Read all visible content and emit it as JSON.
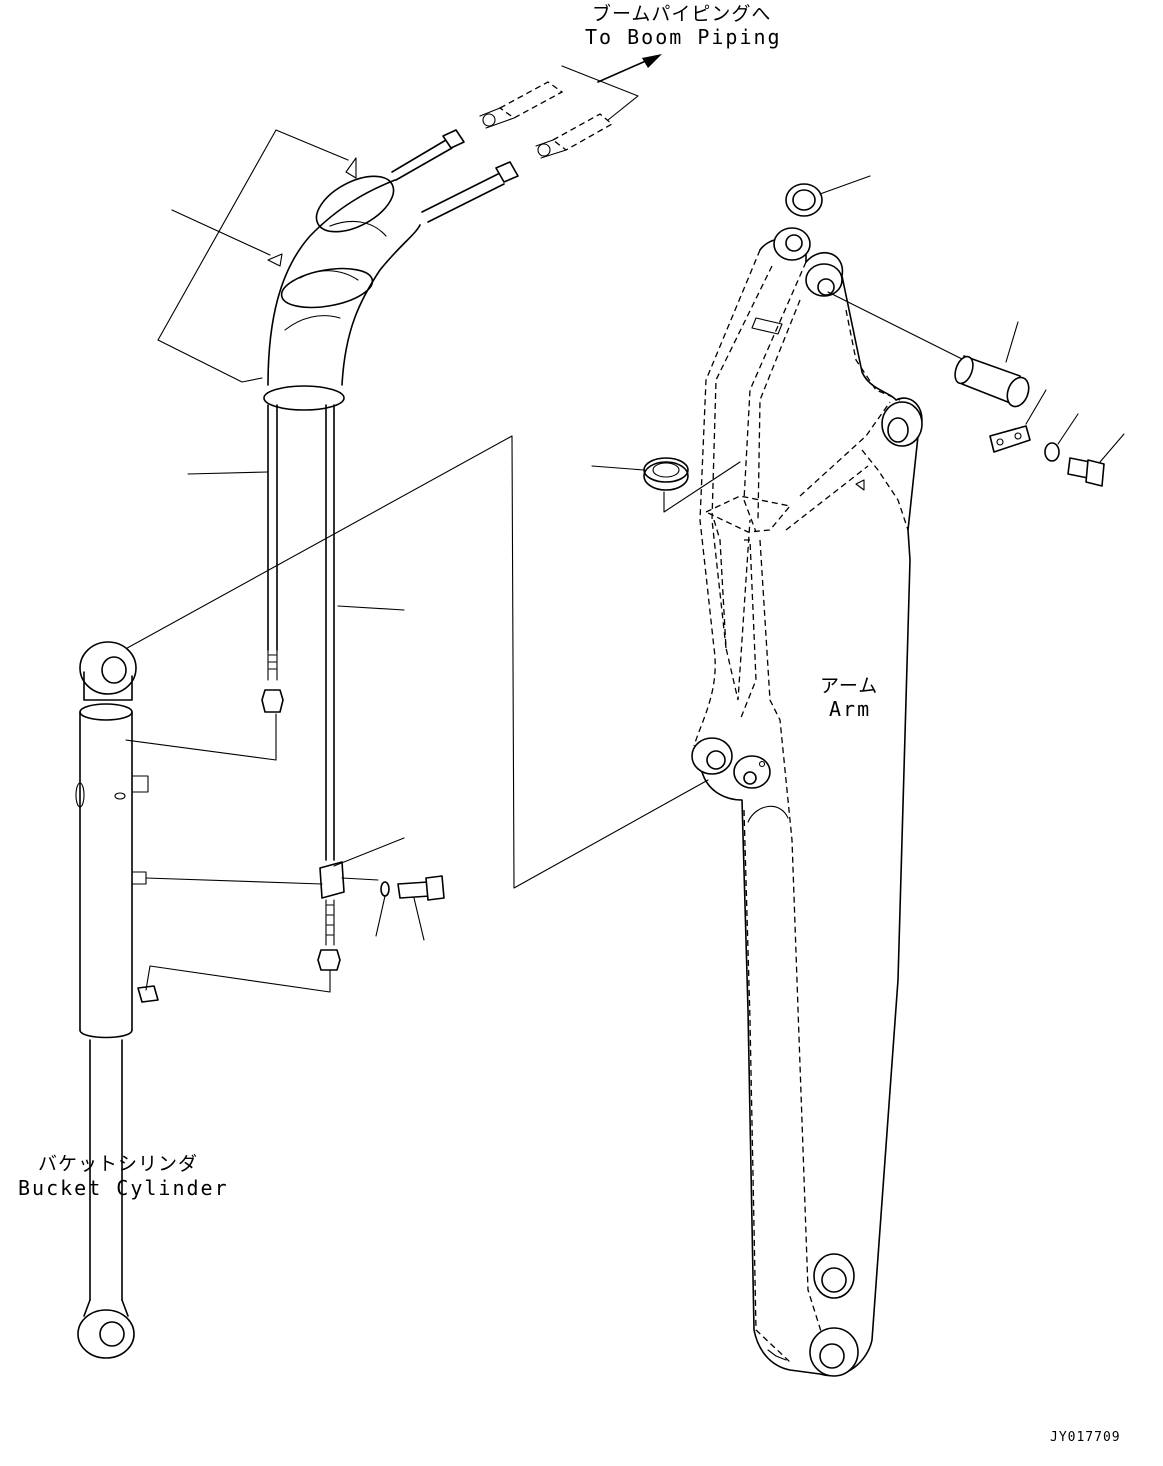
{
  "labels": {
    "boom_piping_jp": "ブームパイピングへ",
    "boom_piping_en": "To Boom Piping",
    "arm_jp": "アーム",
    "arm_en": "Arm",
    "bucket_cylinder_jp": "バケットシリンダ",
    "bucket_cylinder_en": "Bucket Cylinder",
    "drawing_code": "JY017709"
  },
  "icons": {
    "arrow": "arrow-icon",
    "pin": "pin-icon",
    "bolt": "bolt-icon",
    "washer": "washer-icon",
    "plate": "lock-plate-icon",
    "shim": "shim-icon",
    "seal": "dust-seal-icon",
    "clamp": "clamp-icon"
  }
}
